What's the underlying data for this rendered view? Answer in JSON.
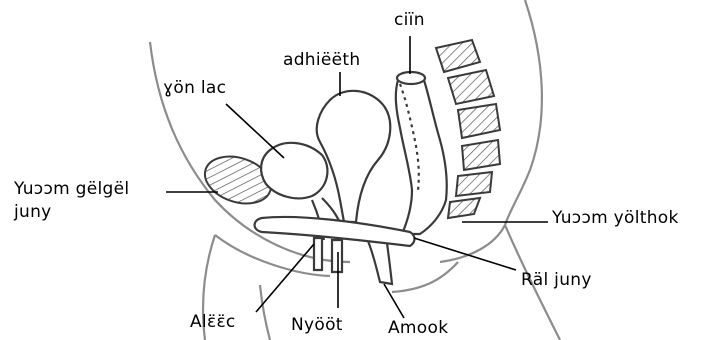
{
  "labels": {
    "ciin": "ciïn",
    "adhieeth": "adhiëëth",
    "yon_lac": "ɣön lac",
    "yuoom_gelgel": "Yuɔɔm gëlgël",
    "juny": "juny",
    "yuoom_yolthok": "Yuɔɔm yölthok",
    "ral_juny": "Räl juny",
    "aleec": "Alɛ̈ɛ̈c",
    "nyoot": "Nyööt",
    "amook": "Amook"
  },
  "colors": {
    "outline": "#8c8c8c",
    "organ": "#3a3a3a",
    "pointer": "#000000"
  }
}
